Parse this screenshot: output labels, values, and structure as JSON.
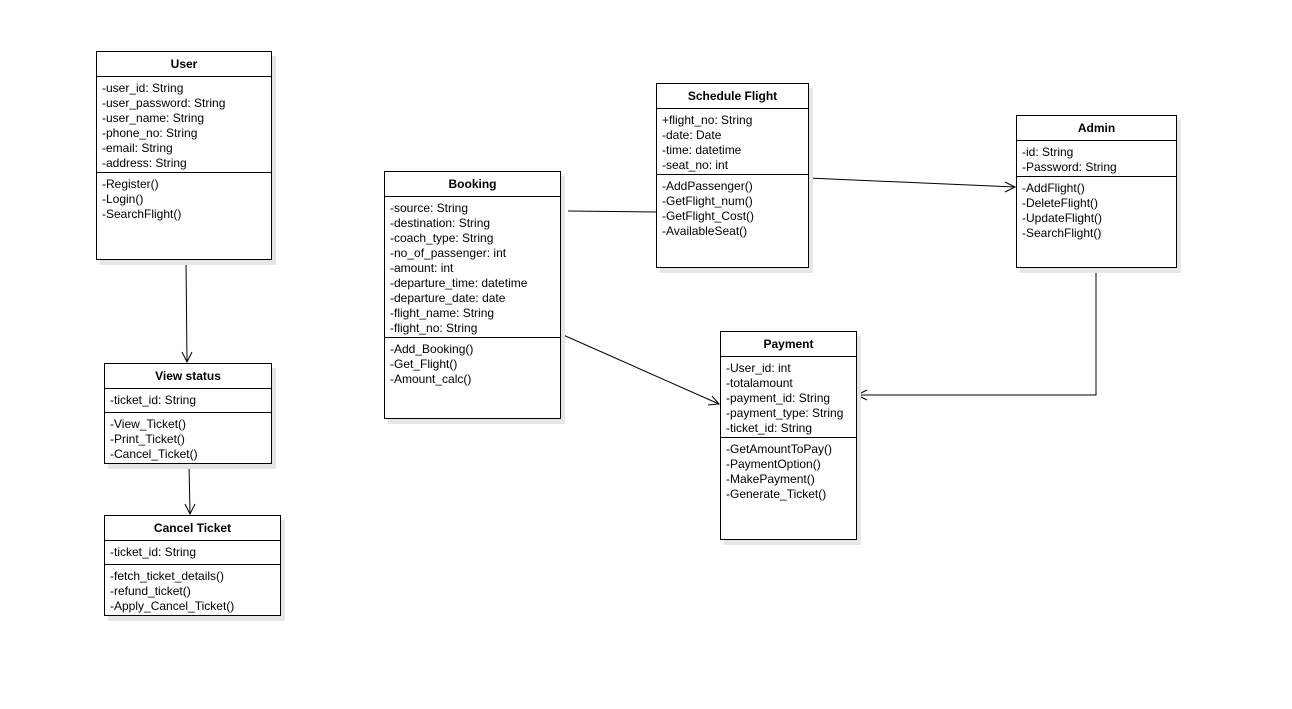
{
  "classes": {
    "user": {
      "title": "User",
      "attributes": [
        "-user_id: String",
        "-user_password: String",
        "-user_name: String",
        "-phone_no: String",
        "-email: String",
        "-address: String"
      ],
      "operations": [
        "-Register()",
        "-Login()",
        "-SearchFlight()"
      ]
    },
    "view_status": {
      "title": "View status",
      "attributes": [
        "-ticket_id: String"
      ],
      "operations": [
        "-View_Ticket()",
        "-Print_Ticket()",
        "-Cancel_Ticket()"
      ]
    },
    "cancel_ticket": {
      "title": "Cancel Ticket",
      "attributes": [
        "-ticket_id: String"
      ],
      "operations": [
        "-fetch_ticket_details()",
        "-refund_ticket()",
        "-Apply_Cancel_Ticket()"
      ]
    },
    "booking": {
      "title": "Booking",
      "attributes": [
        "-source: String",
        "-destination: String",
        "-coach_type: String",
        "-no_of_passenger: int",
        "-amount: int",
        "-departure_time: datetime",
        "-departure_date: date",
        "-flight_name: String",
        "-flight_no: String"
      ],
      "operations": [
        "-Add_Booking()",
        "-Get_Flight()",
        "-Amount_calc()"
      ]
    },
    "schedule_flight": {
      "title": "Schedule Flight",
      "attributes": [
        "+flight_no: String",
        "-date: Date",
        "-time: datetime",
        "-seat_no: int"
      ],
      "operations": [
        "-AddPassenger()",
        "-GetFlight_num()",
        "-GetFlight_Cost()",
        "-AvailableSeat()"
      ]
    },
    "admin": {
      "title": "Admin",
      "attributes": [
        "-id: String",
        "-Password: String"
      ],
      "operations": [
        "-AddFlight()",
        "-DeleteFlight()",
        "-UpdateFlight()",
        "-SearchFlight()"
      ]
    },
    "payment": {
      "title": "Payment",
      "attributes": [
        "-User_id: int",
        "-totalamount",
        "-payment_id: String",
        "-payment_type: String",
        "-ticket_id: String"
      ],
      "operations": [
        "-GetAmountToPay()",
        "-PaymentOption()",
        "-MakePayment()",
        "-Generate_Ticket()"
      ]
    }
  },
  "connections": [
    {
      "from": "user",
      "to": "view_status",
      "arrow": "open"
    },
    {
      "from": "view_status",
      "to": "cancel_ticket",
      "arrow": "open"
    },
    {
      "from": "booking",
      "to": "schedule_flight",
      "arrow": "none"
    },
    {
      "from": "schedule_flight",
      "to": "admin",
      "arrow": "open"
    },
    {
      "from": "booking",
      "to": "payment",
      "arrow": "open"
    },
    {
      "from": "admin",
      "to": "payment",
      "arrow": "open"
    }
  ],
  "colors": {
    "line": "#000000",
    "shadow": "#e6e6e6",
    "background": "#ffffff"
  }
}
